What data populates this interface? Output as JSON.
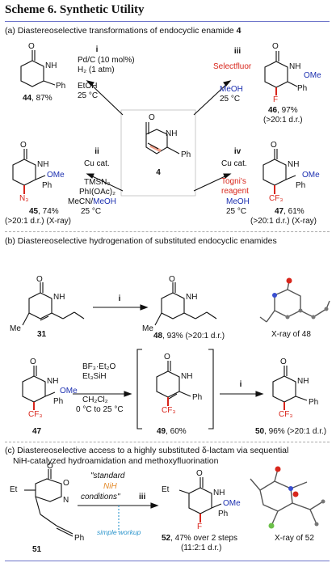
{
  "title": "Scheme 6. Synthetic Utility",
  "section_a": {
    "heading": "(a) Diastereoselective transformations of endocyclic enamide",
    "heading_num": "4",
    "center_label": "4",
    "i_label": "i",
    "i_reagent1": "Pd/C (10 mol%)",
    "i_reagent2": "H₂ (1 atm)",
    "i_solvent": "EtOH",
    "i_temp": "25 °C",
    "p44_num": "44",
    "p44_yield": ", 87%",
    "iii_label": "iii",
    "iii_reagent": "Selectfluor",
    "iii_solvent": "MeOH",
    "iii_temp": "25 °C",
    "p46_num": "46",
    "p46_yield": ", 97%",
    "p46_dr": "(>20:1 d.r.)",
    "ii_label": "ii",
    "ii_cat": "Cu cat.",
    "ii_r1": "TMSN₃",
    "ii_r2": "PhI(OAc)₂",
    "ii_solv_a": "MeCN/",
    "ii_solv_b": "MeOH",
    "ii_temp": "25 °C",
    "p45_num": "45",
    "p45_yield": ", 74%",
    "p45_dr": "(>20:1 d.r.) (X-ray)",
    "iv_label": "iv",
    "iv_cat": "Cu cat.",
    "iv_r1": "Togni's",
    "iv_r2": "reagent",
    "iv_solvent": "MeOH",
    "iv_temp": "25 °C",
    "p47_num": "47",
    "p47_yield": ", 61%",
    "p47_dr": "(>20:1 d.r.) (X-ray)"
  },
  "section_b": {
    "heading": "(b) Diastereoselective hydrogenation of substituted endocyclic enamides",
    "s31": "31",
    "arrow_label": "i",
    "p48_num": "48",
    "p48_yield": ", 93% (>20:1 d.r.)",
    "xray48": "X-ray of 48",
    "s47": "47",
    "r1": "BF₃·Et₂O",
    "r2": "Et₃SiH",
    "r3": "CH₂Cl₂",
    "r4": "0 °C to 25 °C",
    "p49_num": "49",
    "p49_yield": ", 60%",
    "arrow2_label": "i",
    "p50_num": "50",
    "p50_yield": ", 96% (>20:1 d.r.)"
  },
  "section_c": {
    "heading_line1": "(c) Diastereoselective access to a highly substituted δ-lactam via sequential",
    "heading_line2": "NiH-catalyzed hydroamidation and methoxyfluorination",
    "s51": "51",
    "cond_q1": "\"standard",
    "cond_nih": "NiH",
    "cond_q2": "conditions\"",
    "iii_label": "iii",
    "workup": "simple workup",
    "p52_num": "52",
    "p52_yield": ", 47% over 2 steps",
    "p52_dr": "(11:2:1 d.r.)",
    "xray52": "X-ray of 52"
  },
  "atoms": {
    "O": "O",
    "NH": "NH",
    "N": "N",
    "Ph": "Ph",
    "OMe": "OMe",
    "F": "F",
    "N3": "N₃",
    "CF3": "CF₃",
    "Me": "Me",
    "Et": "Et"
  },
  "colors": {
    "rule": "#6d74c9",
    "red": "#d8261c",
    "blue": "#1b2fb0",
    "cyan": "#2b95cc",
    "orange": "#e38a2b",
    "highlight": "#f2a08a"
  }
}
